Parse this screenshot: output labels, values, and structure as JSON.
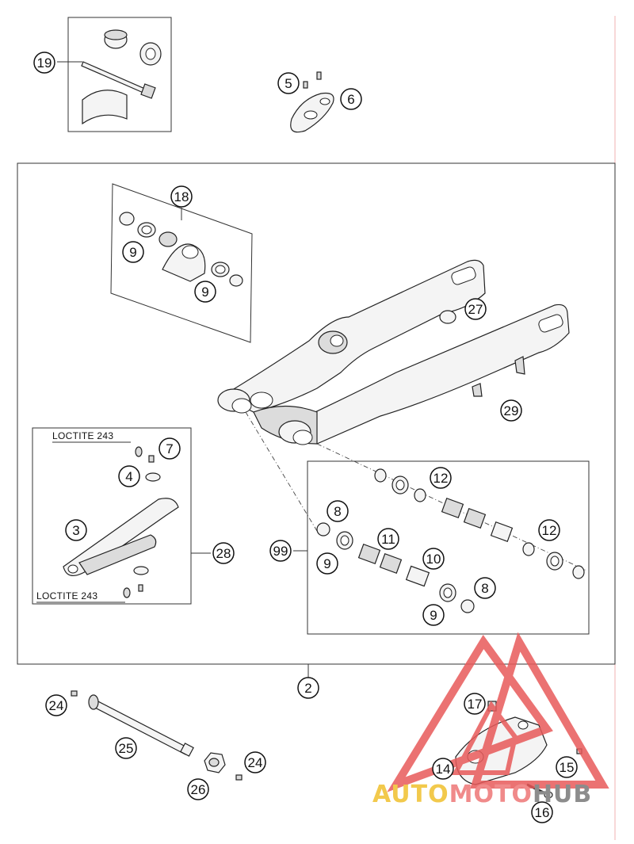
{
  "callouts": {
    "c19": "19",
    "c5": "5",
    "c6": "6",
    "c18": "18",
    "c9a": "9",
    "c9b": "9",
    "c27": "27",
    "c29": "29",
    "c7": "7",
    "c4": "4",
    "c3": "3",
    "c28": "28",
    "c8a": "8",
    "c99": "99",
    "c9c": "9",
    "c11": "11",
    "c10": "10",
    "c12a": "12",
    "c12b": "12",
    "c8b": "8",
    "c9d": "9",
    "c2": "2",
    "c24a": "24",
    "c25": "25",
    "c26": "26",
    "c24b": "24",
    "c17": "17",
    "c14": "14",
    "c15": "15",
    "c16": "16"
  },
  "labels": {
    "loctite_top": "LOCTITE 243",
    "loctite_bottom": "LOCTITE 243"
  },
  "watermark": {
    "part1": "AUTO",
    "part2": "MOTO",
    "part3": "HUB",
    "color_auto": "#f2c94c",
    "color_moto": "#f08a8a",
    "color_hub": "#8c8c8c",
    "triangle_color": "#e85a5a"
  }
}
